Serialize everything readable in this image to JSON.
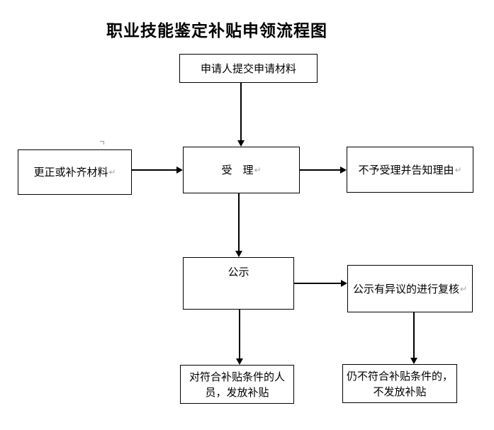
{
  "title": "职业技能鉴定补贴申领流程图",
  "nodes": {
    "submit": {
      "label": "申请人提交申请材料"
    },
    "correct": {
      "label": "更正或补齐材料",
      "return_mark": "↵"
    },
    "accept": {
      "label": "受　理",
      "return_mark": "↵"
    },
    "reject": {
      "label": "不予受理并告知理由",
      "return_mark": "↵"
    },
    "publicity": {
      "label": "公示"
    },
    "review": {
      "label": "公示有异议的进行复核",
      "return_mark": "↵"
    },
    "grant": {
      "label": "对符合补贴条件的人\n员，发放补贴"
    },
    "nogrant": {
      "label": "仍不符合补贴条件的，\n不发放补贴"
    }
  },
  "colors": {
    "background": "#ffffff",
    "box_border": "#000000",
    "line": "#000000",
    "text": "#000000",
    "return_mark": "#a6a6a6"
  }
}
